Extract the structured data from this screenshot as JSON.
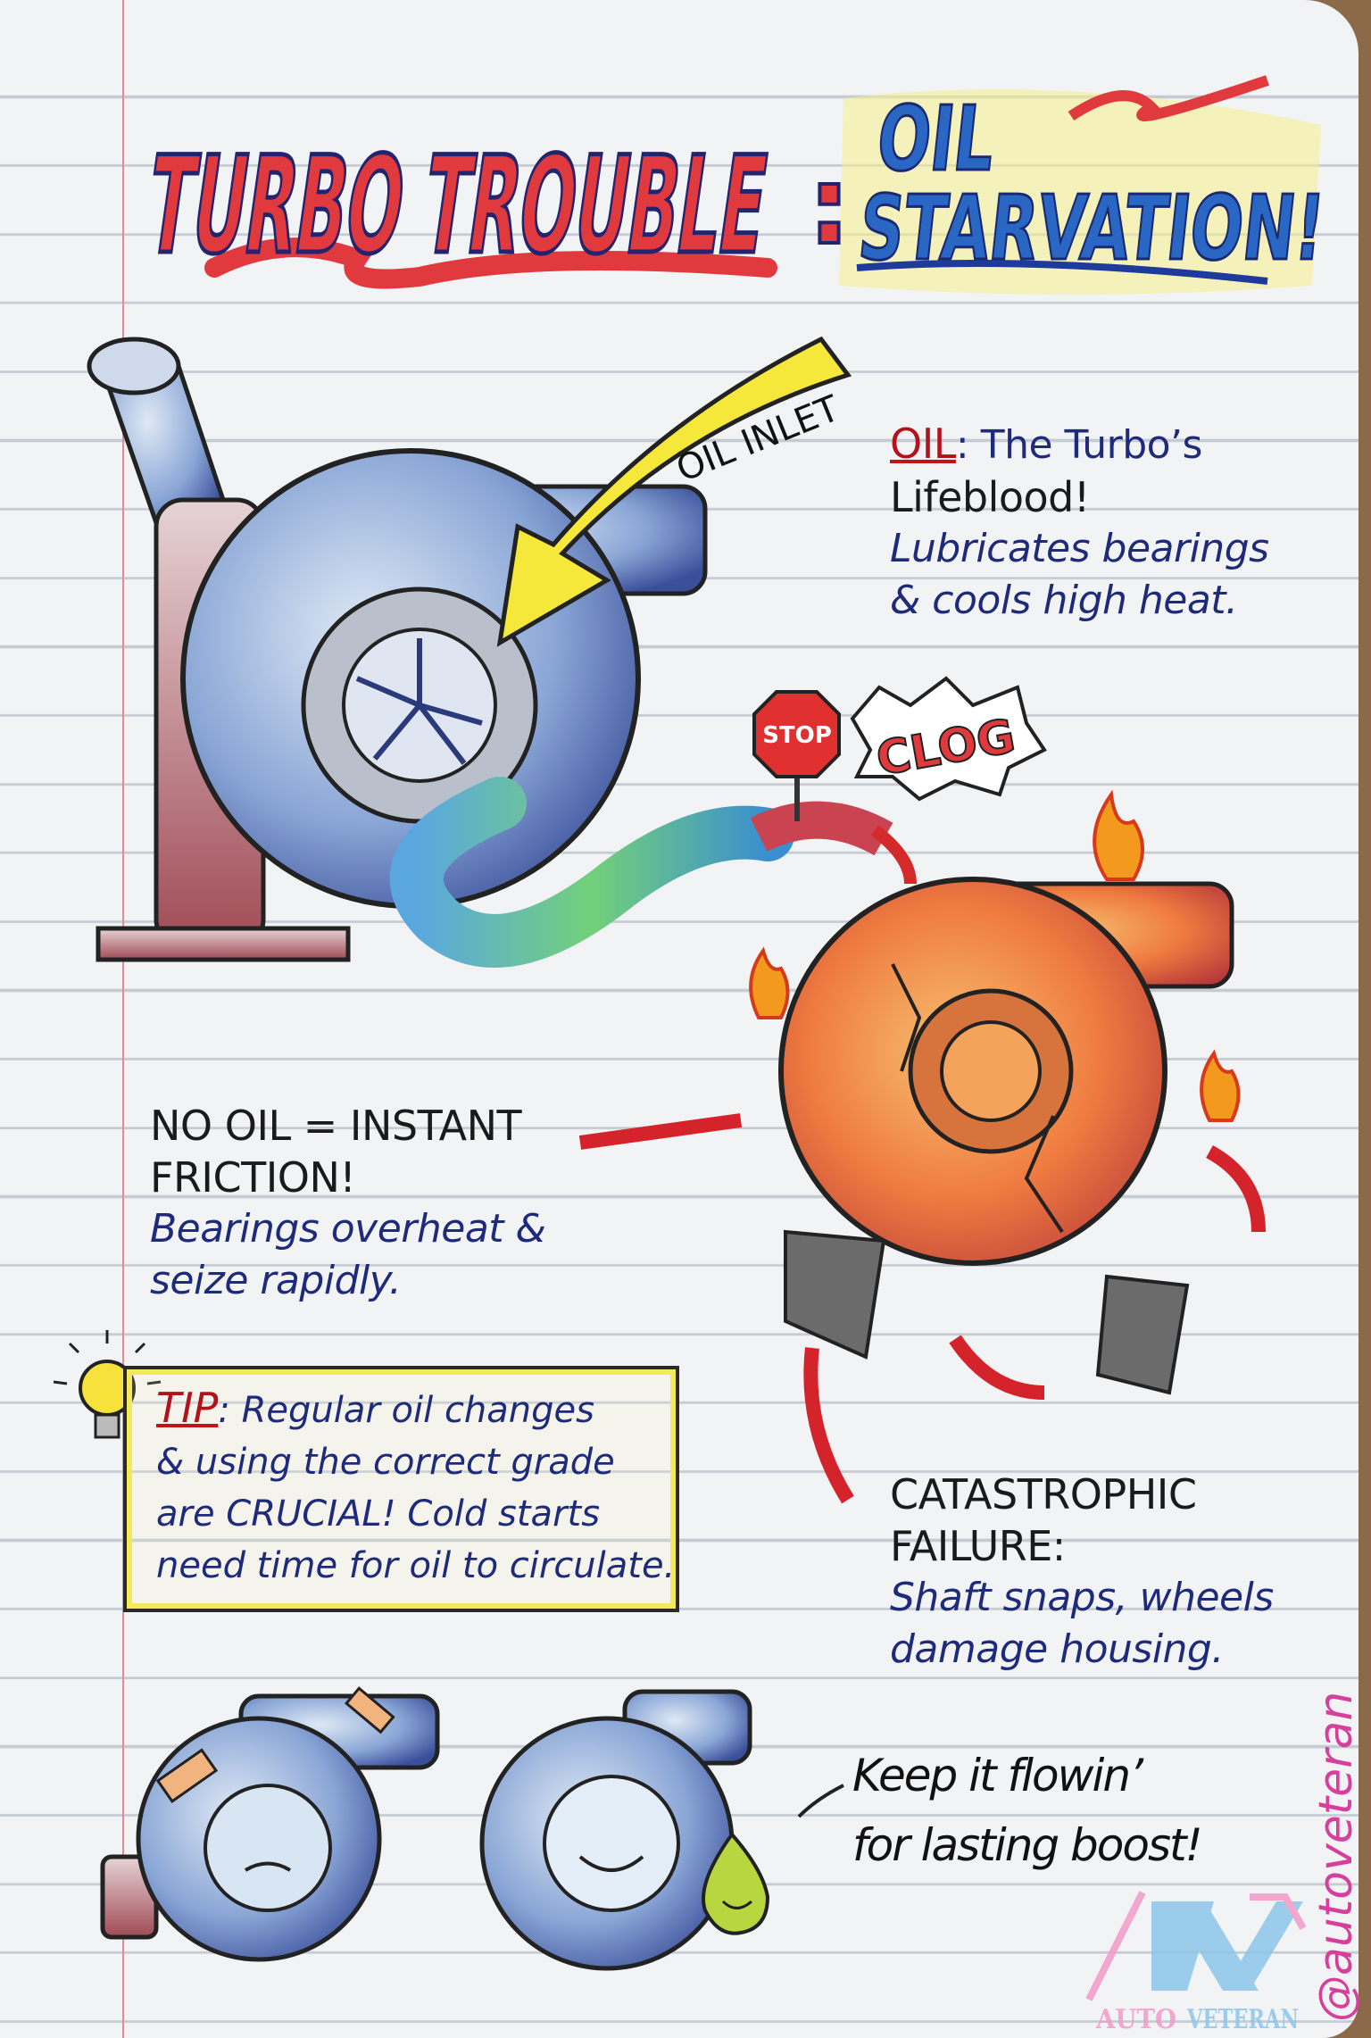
{
  "title": {
    "part1": "TURBO TROUBLE",
    "colon": ":",
    "line_a": "OIL",
    "line_b": "STARVATION!"
  },
  "labels": {
    "oil_inlet": "OIL INLET",
    "stop": "STOP",
    "clog": "CLOG"
  },
  "oil_note": {
    "keyword": "OIL",
    "heading_rest": ": The Turbo’s",
    "heading_line2": "Lifeblood!",
    "body": [
      "Lubricates bearings",
      "& cools high heat."
    ]
  },
  "friction_note": {
    "heading": [
      "NO OIL = INSTANT",
      "FRICTION!"
    ],
    "body": [
      "Bearings overheat &",
      "seize rapidly."
    ]
  },
  "tip": {
    "keyword": "TIP",
    "lines": [
      ": Regular oil changes",
      "& using the correct grade",
      "are CRUCIAL! Cold starts",
      "need time for oil to circulate."
    ]
  },
  "failure_note": {
    "heading": [
      "CATASTROPHIC",
      "FAILURE:"
    ],
    "body": [
      "Shaft snaps, wheels",
      "damage housing."
    ]
  },
  "closing": [
    "Keep it flowin’",
    "for lasting boost!"
  ],
  "watermark": {
    "handle": "@autoveteran",
    "logo_a": "AUTO",
    "logo_b": "VETERAN"
  },
  "icons": [
    "healthy-turbo-icon",
    "oil-hose-icon",
    "stop-sign-icon",
    "clog-burst-icon",
    "failing-turbo-icon",
    "flame-icon",
    "lightbulb-icon",
    "sad-turbo-icon",
    "happy-turbo-icon",
    "oil-drop-mascot-icon",
    "auto-veteran-logo"
  ],
  "colors": {
    "title_red": "#e0393e",
    "title_blue": "#2a66c4",
    "ink_navy": "#1e2a7a",
    "highlight_yellow": "#f3e95a",
    "paper": "#f2f3f5",
    "margin_red": "#e58a9a",
    "handle_pink": "#d63f9b",
    "logo_blue": "#8ec6ea"
  }
}
